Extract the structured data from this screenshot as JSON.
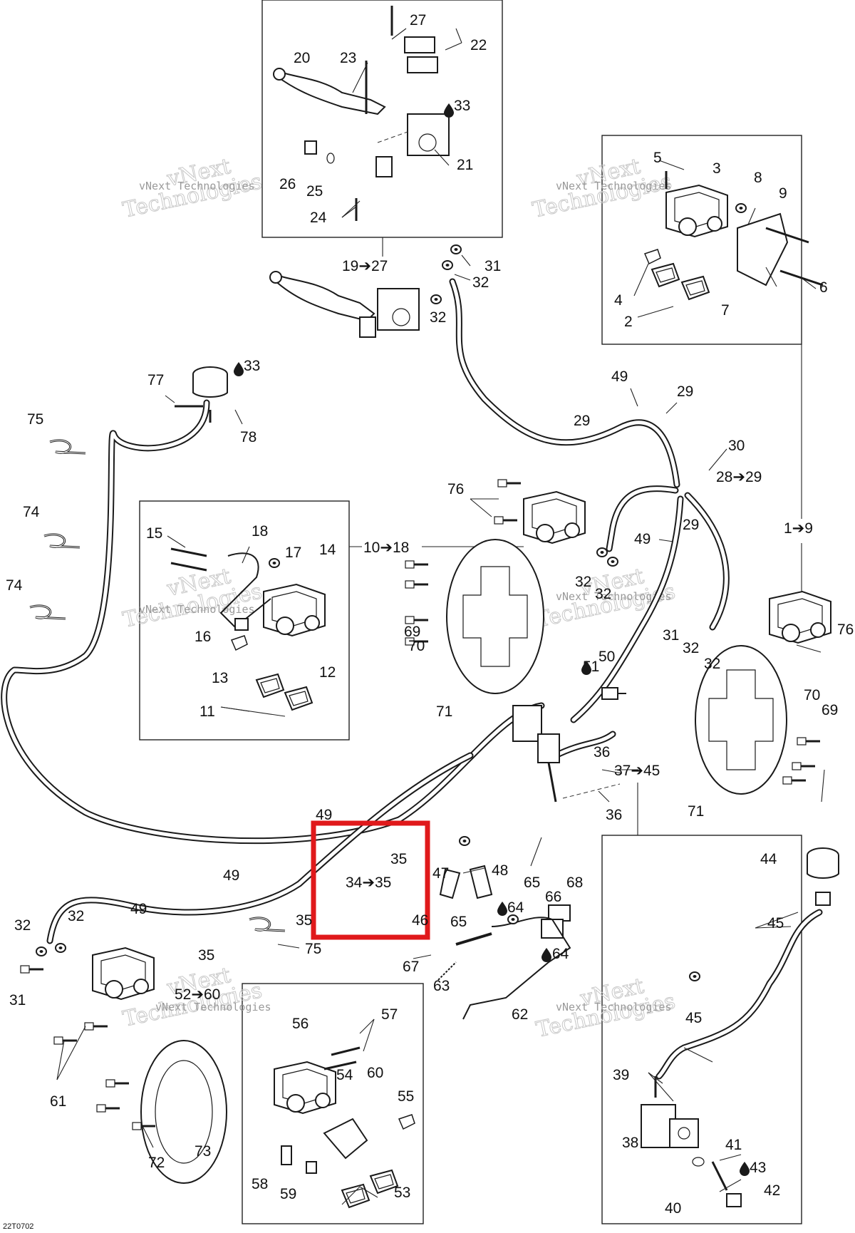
{
  "diagram": {
    "code": "22T0702",
    "watermark": {
      "line1": "vNext",
      "line2": "Technologies",
      "small": "vNext Technologies"
    },
    "highlight_labels": [
      "35",
      "34➔35"
    ],
    "labels": [
      {
        "id": "l20",
        "text": "20"
      },
      {
        "id": "l23",
        "text": "23"
      },
      {
        "id": "l27",
        "text": "27"
      },
      {
        "id": "l22",
        "text": "22"
      },
      {
        "id": "l33a",
        "text": "33"
      },
      {
        "id": "l21",
        "text": "21"
      },
      {
        "id": "l26",
        "text": "26"
      },
      {
        "id": "l25",
        "text": "25"
      },
      {
        "id": "l24",
        "text": "24"
      },
      {
        "id": "l19",
        "text": "19➔27"
      },
      {
        "id": "l31a",
        "text": "31"
      },
      {
        "id": "l32a",
        "text": "32"
      },
      {
        "id": "l32b",
        "text": "32"
      },
      {
        "id": "l5",
        "text": "5"
      },
      {
        "id": "l3",
        "text": "3"
      },
      {
        "id": "l8",
        "text": "8"
      },
      {
        "id": "l9",
        "text": "9"
      },
      {
        "id": "l4",
        "text": "4"
      },
      {
        "id": "l2",
        "text": "2"
      },
      {
        "id": "l7",
        "text": "7"
      },
      {
        "id": "l6",
        "text": "6"
      },
      {
        "id": "l77",
        "text": "77"
      },
      {
        "id": "l33b",
        "text": "33"
      },
      {
        "id": "l78",
        "text": "78"
      },
      {
        "id": "l75a",
        "text": "75"
      },
      {
        "id": "l74a",
        "text": "74"
      },
      {
        "id": "l74b",
        "text": "74"
      },
      {
        "id": "l49a",
        "text": "49"
      },
      {
        "id": "l29a",
        "text": "29"
      },
      {
        "id": "l29b",
        "text": "29"
      },
      {
        "id": "l30",
        "text": "30"
      },
      {
        "id": "l28",
        "text": "28➔29"
      },
      {
        "id": "l76a",
        "text": "76"
      },
      {
        "id": "l49b",
        "text": "49"
      },
      {
        "id": "l29c",
        "text": "29"
      },
      {
        "id": "l1",
        "text": "1➔9"
      },
      {
        "id": "l15",
        "text": "15"
      },
      {
        "id": "l18",
        "text": "18"
      },
      {
        "id": "l17",
        "text": "17"
      },
      {
        "id": "l14",
        "text": "14"
      },
      {
        "id": "l10",
        "text": "10➔18"
      },
      {
        "id": "l16",
        "text": "16"
      },
      {
        "id": "l13",
        "text": "13"
      },
      {
        "id": "l12",
        "text": "12"
      },
      {
        "id": "l11",
        "text": "11"
      },
      {
        "id": "l69a",
        "text": "69"
      },
      {
        "id": "l70a",
        "text": "70"
      },
      {
        "id": "l71a",
        "text": "71"
      },
      {
        "id": "l32c",
        "text": "32"
      },
      {
        "id": "l32d",
        "text": "32"
      },
      {
        "id": "l31b",
        "text": "31"
      },
      {
        "id": "l32e",
        "text": "32"
      },
      {
        "id": "l32f",
        "text": "32"
      },
      {
        "id": "l76b",
        "text": "76"
      },
      {
        "id": "l51",
        "text": "51"
      },
      {
        "id": "l50",
        "text": "50"
      },
      {
        "id": "l36a",
        "text": "36"
      },
      {
        "id": "l37",
        "text": "37➔45"
      },
      {
        "id": "l36b",
        "text": "36"
      },
      {
        "id": "l70b",
        "text": "70"
      },
      {
        "id": "l69b",
        "text": "69"
      },
      {
        "id": "l71b",
        "text": "71"
      },
      {
        "id": "l49c",
        "text": "49"
      },
      {
        "id": "l35a",
        "text": "35"
      },
      {
        "id": "l34",
        "text": "34➔35"
      },
      {
        "id": "l49d",
        "text": "49"
      },
      {
        "id": "l35b",
        "text": "35"
      },
      {
        "id": "l47",
        "text": "47"
      },
      {
        "id": "l48",
        "text": "48"
      },
      {
        "id": "l46",
        "text": "46"
      },
      {
        "id": "l65a",
        "text": "65"
      },
      {
        "id": "l64a",
        "text": "64"
      },
      {
        "id": "l66",
        "text": "66"
      },
      {
        "id": "l68",
        "text": "68"
      },
      {
        "id": "l65b",
        "text": "65"
      },
      {
        "id": "l64b",
        "text": "64"
      },
      {
        "id": "l67",
        "text": "67"
      },
      {
        "id": "l63",
        "text": "63"
      },
      {
        "id": "l62",
        "text": "62"
      },
      {
        "id": "l49e",
        "text": "49"
      },
      {
        "id": "l32g",
        "text": "32"
      },
      {
        "id": "l32h",
        "text": "32"
      },
      {
        "id": "l35c",
        "text": "35"
      },
      {
        "id": "l75b",
        "text": "75"
      },
      {
        "id": "l31c",
        "text": "31"
      },
      {
        "id": "l52",
        "text": "52➔60"
      },
      {
        "id": "l61",
        "text": "61"
      },
      {
        "id": "l73",
        "text": "73"
      },
      {
        "id": "l72",
        "text": "72"
      },
      {
        "id": "l56",
        "text": "56"
      },
      {
        "id": "l57",
        "text": "57"
      },
      {
        "id": "l54",
        "text": "54"
      },
      {
        "id": "l60",
        "text": "60"
      },
      {
        "id": "l55",
        "text": "55"
      },
      {
        "id": "l58",
        "text": "58"
      },
      {
        "id": "l59",
        "text": "59"
      },
      {
        "id": "l53",
        "text": "53"
      },
      {
        "id": "l44",
        "text": "44"
      },
      {
        "id": "l45a",
        "text": "45"
      },
      {
        "id": "l45b",
        "text": "45"
      },
      {
        "id": "l39",
        "text": "39"
      },
      {
        "id": "l38",
        "text": "38"
      },
      {
        "id": "l41",
        "text": "41"
      },
      {
        "id": "l43",
        "text": "43"
      },
      {
        "id": "l42",
        "text": "42"
      },
      {
        "id": "l40",
        "text": "40"
      }
    ]
  }
}
